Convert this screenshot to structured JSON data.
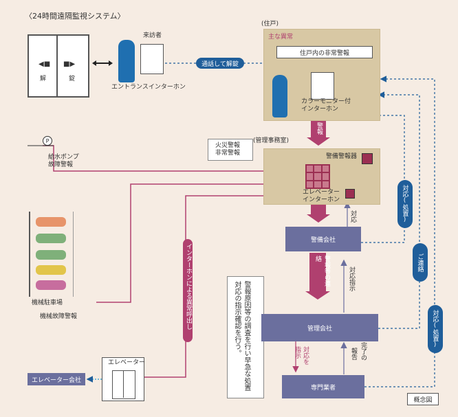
{
  "title": "〈24時間遠隔監視システム〉",
  "door": {
    "left_label": "解",
    "right_label": "錠"
  },
  "visitor_label": "来訪者",
  "entrance_label": "エントランスインターホン",
  "talk_unlock": "通話して解錠",
  "residence": {
    "header": "(住戸)",
    "emergency": "主な異常",
    "alarm_box": "住戸内の非常警報",
    "monitor_label": "カラーモニター付\nインターホン"
  },
  "alarm_arrow": "警報",
  "office": {
    "header": "(管理事務室)",
    "callout": "火災警報\n非常警報",
    "security_alarm": "警備警報器",
    "elevator_intercom": "エレベーター\nインターホン"
  },
  "pump": {
    "p_mark": "P",
    "label": "給水ポンプ\n故障警報"
  },
  "parking": {
    "label": "機械駐車場",
    "fault": "機械故障警報"
  },
  "elevator": {
    "box": "エレベーター",
    "company": "エレベーター会社"
  },
  "intercom_call": "インターホンによる異常呼出し",
  "security_company": "警備会社",
  "mgmt_company": "管理会社",
  "specialist": "専門業者",
  "warn_contact": "警報等の連絡",
  "cause_text": "警報原因等の調査を行い早急な処置対応の指示確認を行う。",
  "pills": {
    "respond1": "対応(処置)",
    "contact": "ご連絡",
    "respond2": "対応(処置)"
  },
  "labels": {
    "taiou": "対応",
    "taiou_shiji": "対応指示",
    "taiou_wo": "対応を",
    "shiji": "指示",
    "houkoku": "報告",
    "kanryo": "完了の"
  },
  "concept": "概念図",
  "colors": {
    "arrow_red": "#b0406f",
    "blue": "#1f5e9a",
    "purple": "#6b6f9e",
    "tan": "#d8c8a4",
    "grid": "#9b2f52"
  }
}
